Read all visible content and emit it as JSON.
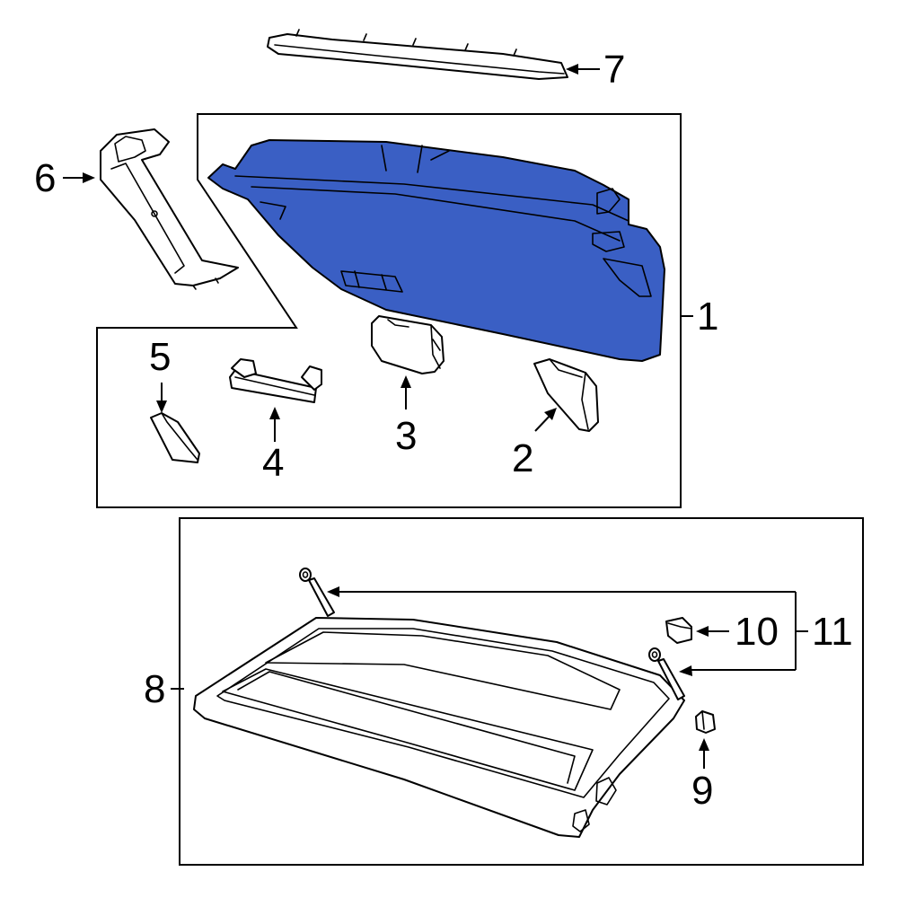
{
  "colors": {
    "highlight": "#3a5fc4",
    "line": "#000000",
    "background": "#ffffff"
  },
  "callouts": {
    "c1": "1",
    "c2": "2",
    "c3": "3",
    "c4": "4",
    "c5": "5",
    "c6": "6",
    "c7": "7",
    "c8": "8",
    "c9": "9",
    "c10": "10",
    "c11": "11"
  }
}
